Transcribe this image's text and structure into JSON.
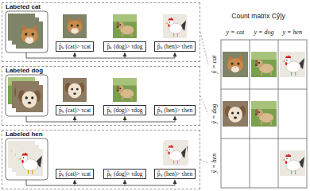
{
  "diagram": {
    "nodes": [
      {
        "text": [
          "Labeled cat"
        ]
      },
      {
        "text": [
          "p̂ₖ (cat)> τcat"
        ],
        "in": 0
      },
      {
        "text": [
          "p̂ₖ (dog)> τdog"
        ],
        "in": 0
      },
      {
        "text": [
          "p̂ₖ (hen)> τhen"
        ],
        "in": 0
      },
      {
        "text": [
          "Labeled dog"
        ]
      },
      {
        "text": [
          "p̂ₖ (cat)> τcat"
        ],
        "in": 4
      },
      {
        "text": [
          "p̂ₖ (dog)> τdog"
        ],
        "in": 4
      },
      {
        "text": [
          "p̂ₖ (hen)> τhen"
        ],
        "in": 4
      },
      {
        "text": [
          "Labeled hen"
        ]
      },
      {
        "text": [
          "p̂ₖ (cat)> τcat"
        ],
        "in": 8
      },
      {
        "text": [
          "p̂ₖ (dog)> τdog"
        ],
        "in": 8
      },
      {
        "text": [
          "p̂ₖ (hen)> τhen"
        ],
        "in": 8
      },
      {
        "text": [
          "Count matrix Cŷ|y"
        ]
      }
    ],
    "edges": [
      {
        "from": 0,
        "to": 12,
        "arrow": "none"
      },
      {
        "from": 4,
        "to": 12,
        "arrow": "none"
      },
      {
        "from": 8,
        "to": 12,
        "arrow": "none"
      }
    ],
    "labels": [
      "y = cat",
      "y = dog",
      "y = hen",
      "ŷ = cat",
      "ŷ = dog",
      "ŷ = hen"
    ]
  }
}
